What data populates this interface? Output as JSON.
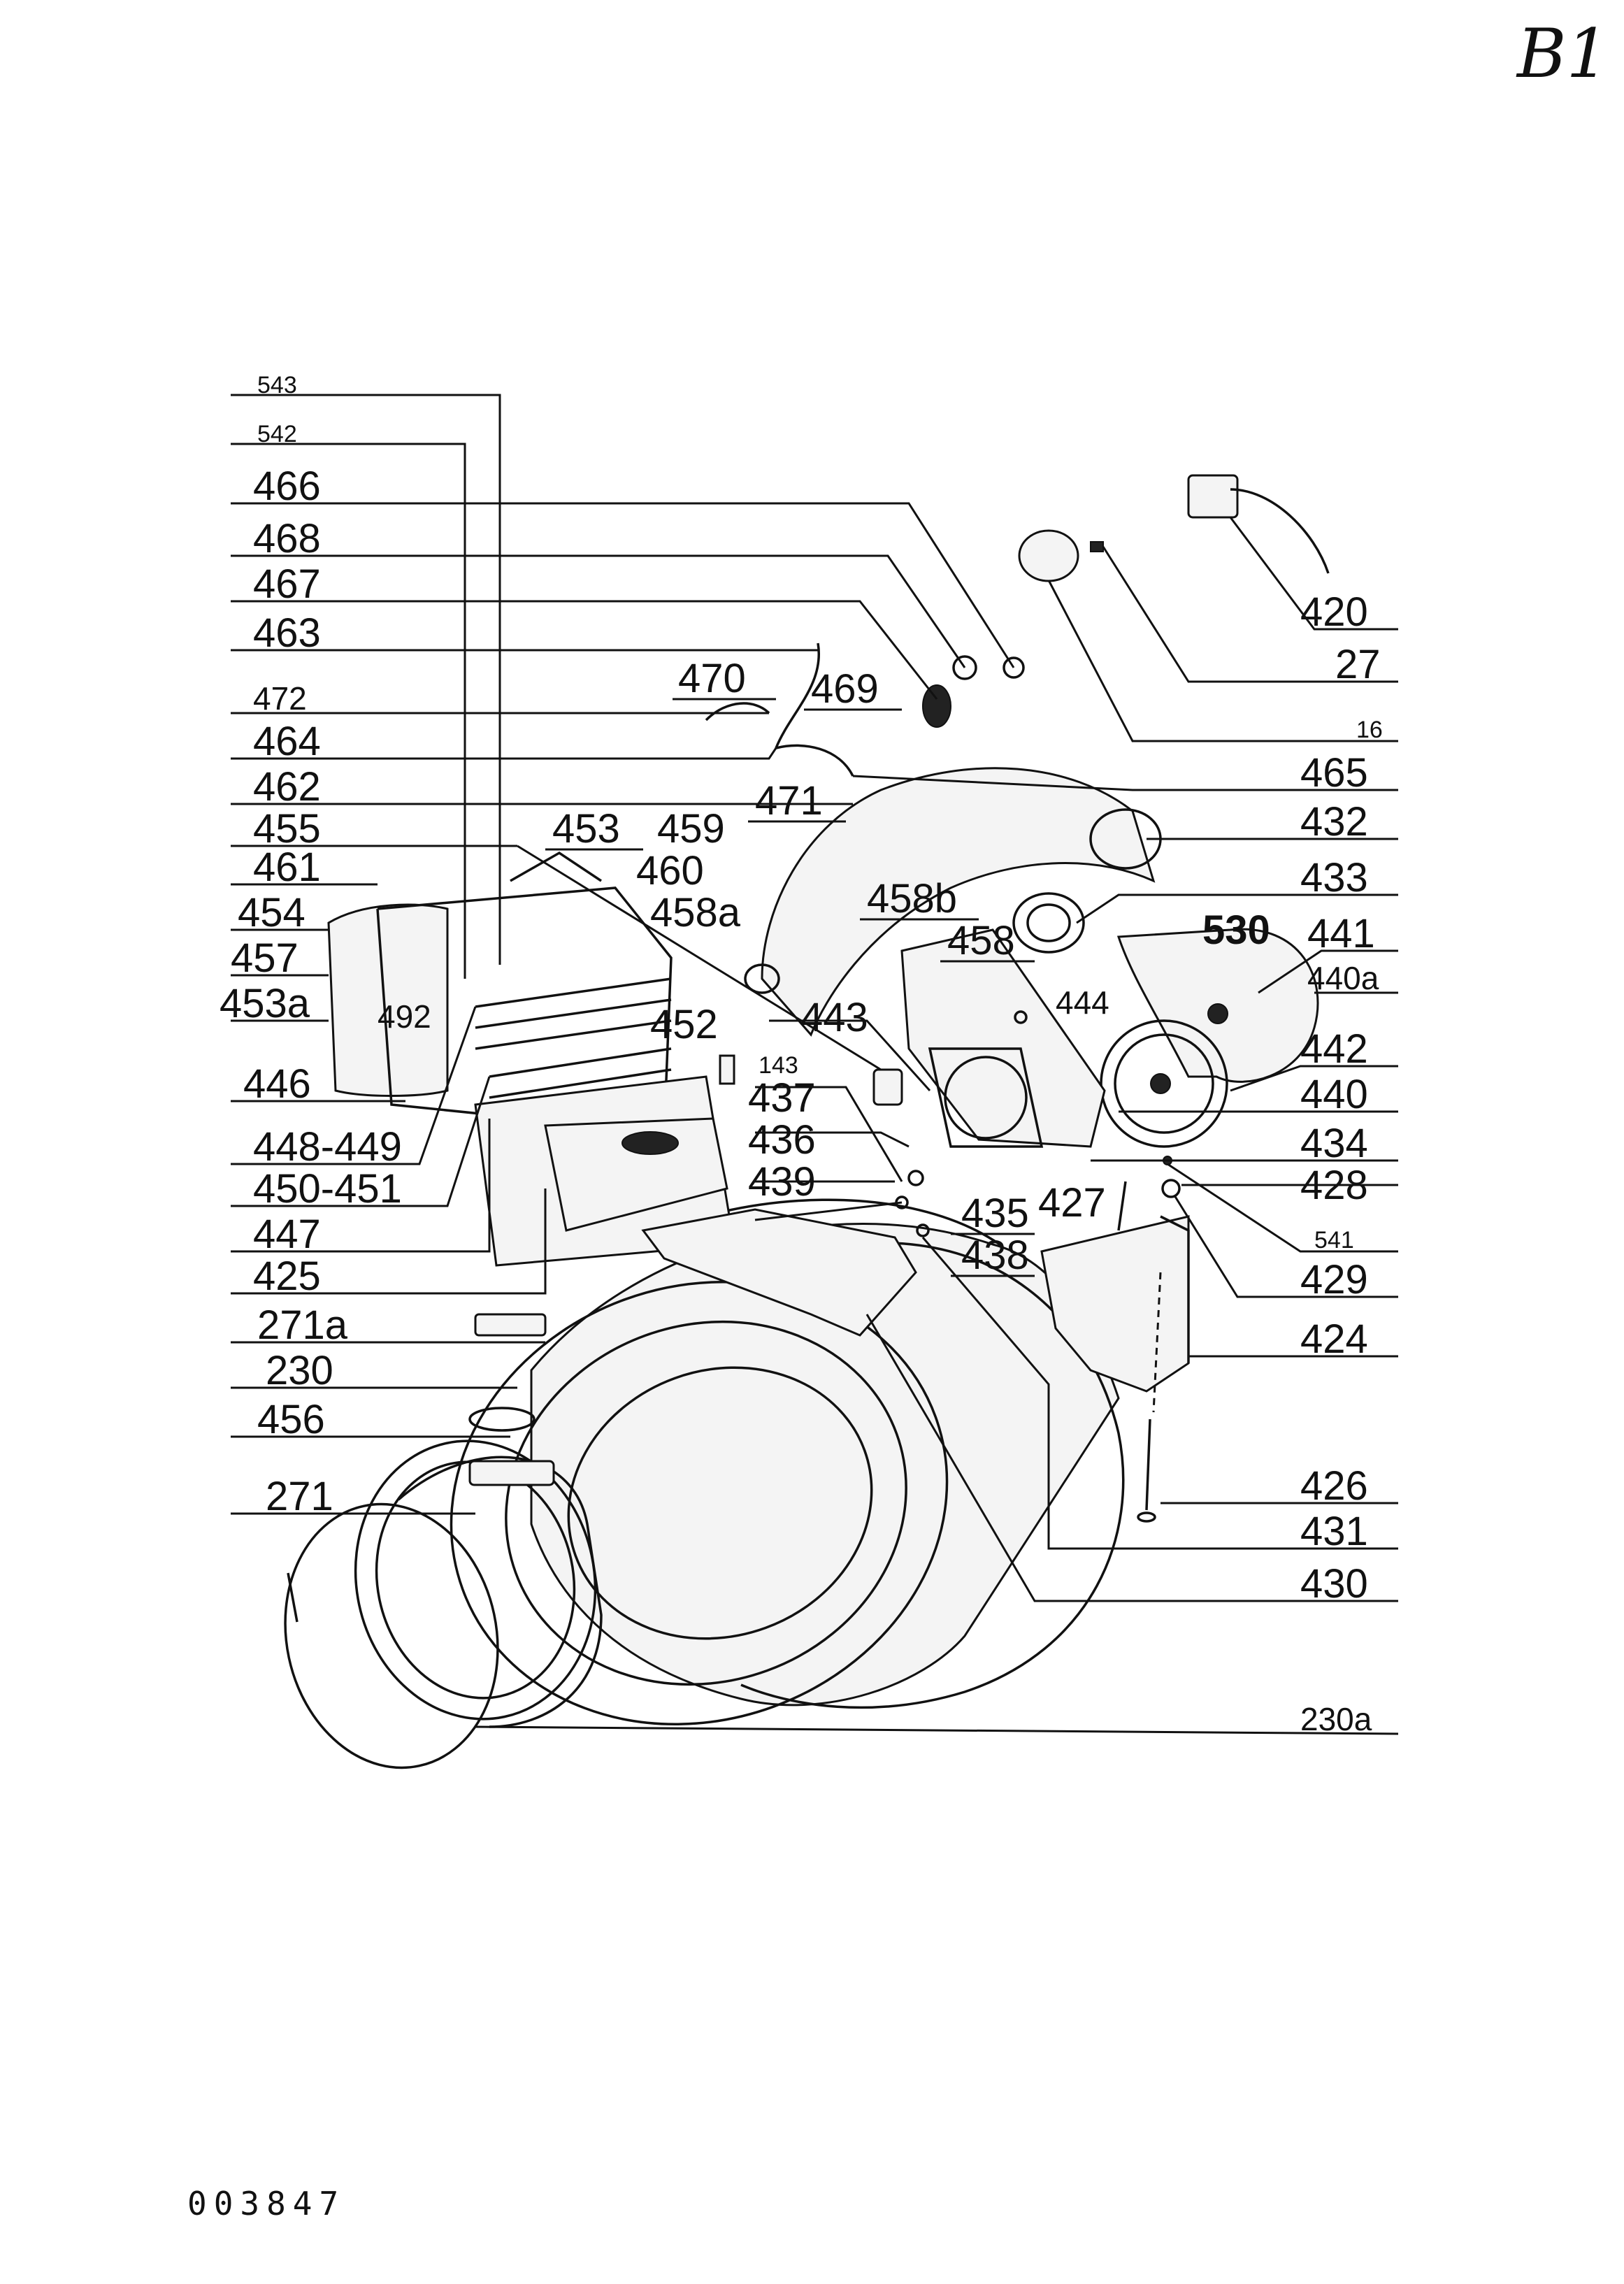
{
  "sheet_mark": "B1",
  "drawing_number": "003847",
  "labels_left": [
    {
      "id": "543",
      "text": "543"
    },
    {
      "id": "542",
      "text": "542"
    },
    {
      "id": "466",
      "text": "466"
    },
    {
      "id": "468",
      "text": "468"
    },
    {
      "id": "467",
      "text": "467"
    },
    {
      "id": "463",
      "text": "463"
    },
    {
      "id": "472",
      "text": "472"
    },
    {
      "id": "464",
      "text": "464"
    },
    {
      "id": "462",
      "text": "462"
    },
    {
      "id": "455",
      "text": "455"
    },
    {
      "id": "461",
      "text": "461"
    },
    {
      "id": "454",
      "text": "454"
    },
    {
      "id": "457",
      "text": "457"
    },
    {
      "id": "453a",
      "text": "453a"
    },
    {
      "id": "446",
      "text": "446"
    },
    {
      "id": "448-449",
      "text": "448-449"
    },
    {
      "id": "450-451",
      "text": "450-451"
    },
    {
      "id": "447",
      "text": "447"
    },
    {
      "id": "425",
      "text": "425"
    },
    {
      "id": "271a",
      "text": "271a"
    },
    {
      "id": "230",
      "text": "230"
    },
    {
      "id": "456",
      "text": "456"
    },
    {
      "id": "271",
      "text": "271"
    }
  ],
  "labels_right": [
    {
      "id": "420",
      "text": "420"
    },
    {
      "id": "27",
      "text": "27"
    },
    {
      "id": "16",
      "text": "16"
    },
    {
      "id": "465",
      "text": "465"
    },
    {
      "id": "432",
      "text": "432"
    },
    {
      "id": "433",
      "text": "433"
    },
    {
      "id": "530",
      "text": "530"
    },
    {
      "id": "441",
      "text": "441"
    },
    {
      "id": "440a",
      "text": "440a"
    },
    {
      "id": "442",
      "text": "442"
    },
    {
      "id": "440",
      "text": "440"
    },
    {
      "id": "434",
      "text": "434"
    },
    {
      "id": "428",
      "text": "428"
    },
    {
      "id": "541",
      "text": "541"
    },
    {
      "id": "429",
      "text": "429"
    },
    {
      "id": "424",
      "text": "424"
    },
    {
      "id": "426",
      "text": "426"
    },
    {
      "id": "431",
      "text": "431"
    },
    {
      "id": "430",
      "text": "430"
    },
    {
      "id": "230a",
      "text": "230a"
    }
  ],
  "labels_center": [
    {
      "id": "470",
      "text": "470"
    },
    {
      "id": "469",
      "text": "469"
    },
    {
      "id": "471",
      "text": "471"
    },
    {
      "id": "453",
      "text": "453"
    },
    {
      "id": "459",
      "text": "459"
    },
    {
      "id": "460",
      "text": "460"
    },
    {
      "id": "458b",
      "text": "458b"
    },
    {
      "id": "458a",
      "text": "458a"
    },
    {
      "id": "458",
      "text": "458"
    },
    {
      "id": "492",
      "text": "492"
    },
    {
      "id": "452",
      "text": "452"
    },
    {
      "id": "443",
      "text": "443"
    },
    {
      "id": "444",
      "text": "444"
    },
    {
      "id": "143",
      "text": "143"
    },
    {
      "id": "437",
      "text": "437"
    },
    {
      "id": "436",
      "text": "436"
    },
    {
      "id": "439",
      "text": "439"
    },
    {
      "id": "435",
      "text": "435"
    },
    {
      "id": "427",
      "text": "427"
    },
    {
      "id": "438",
      "text": "438"
    }
  ]
}
